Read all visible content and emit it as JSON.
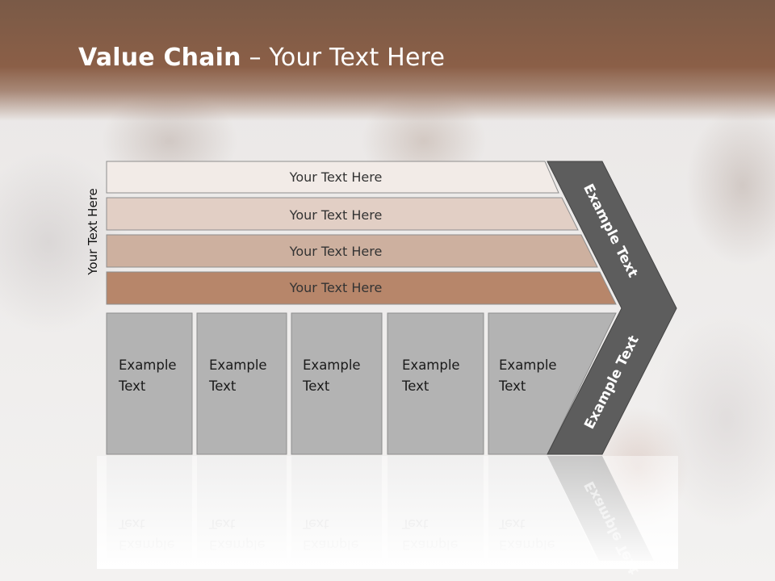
{
  "slide": {
    "title_bold": "Value Chain",
    "title_rest": " – Your Text Here",
    "side_label": "Your Text Here"
  },
  "bars": [
    {
      "label": "Your Text Here",
      "color": "#f2ebe7"
    },
    {
      "label": "Your Text Here",
      "color": "#e2cfc5"
    },
    {
      "label": "Your Text Here",
      "color": "#cdb09f"
    },
    {
      "label": "Your Text Here",
      "color": "#b7866a"
    }
  ],
  "boxes": [
    {
      "line1": "Example",
      "line2": "Text"
    },
    {
      "line1": "Example",
      "line2": "Text"
    },
    {
      "line1": "Example",
      "line2": "Text"
    },
    {
      "line1": "Example",
      "line2": "Text"
    },
    {
      "line1": "Example",
      "line2": "Text"
    }
  ],
  "chevron": {
    "upper_label": "Example Text",
    "lower_label": "Example Text",
    "color": "#5d5d5d"
  },
  "colors": {
    "header": "#8b5f47",
    "box_fill": "#b3b3b3"
  }
}
